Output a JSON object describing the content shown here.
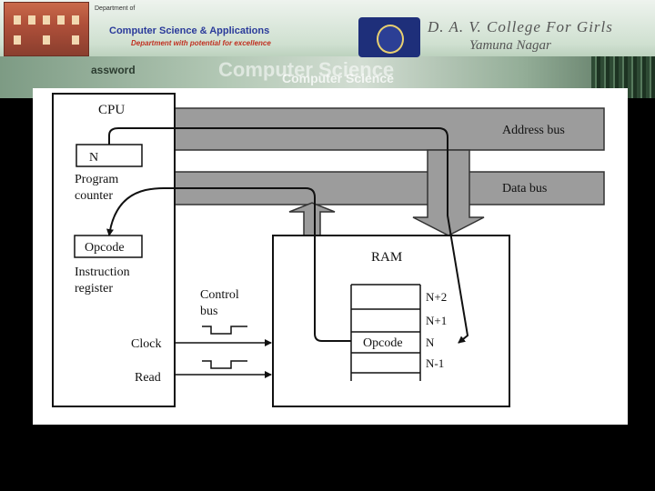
{
  "banner": {
    "department_line1": "Department of",
    "department_name": "Computer Science & Applications",
    "department_tagline": "Department with potential for excellence",
    "college_name": "D. A. V. College For Girls",
    "college_city": "Yamuna Nagar",
    "password_word": "assword",
    "watermark_text": "Computer Science",
    "watermark_text2": "Computer Science"
  },
  "diagram": {
    "cpu_label": "CPU",
    "program_counter_value": "N",
    "program_counter_label_1": "Program",
    "program_counter_label_2": "counter",
    "instruction_register_value": "Opcode",
    "instruction_register_label_1": "Instruction",
    "instruction_register_label_2": "register",
    "clock_label": "Clock",
    "read_label": "Read",
    "control_bus_label_1": "Control",
    "control_bus_label_2": "bus",
    "address_bus_label": "Address bus",
    "data_bus_label": "Data bus",
    "ram_label": "RAM",
    "memory_cells": [
      {
        "content": "",
        "address": "N+2"
      },
      {
        "content": "",
        "address": "N+1"
      },
      {
        "content": "Opcode",
        "address": "N"
      },
      {
        "content": "",
        "address": "N-1"
      }
    ],
    "colors": {
      "bus_fill": "#9c9c9c",
      "line": "#111111",
      "background": "#ffffff"
    }
  }
}
